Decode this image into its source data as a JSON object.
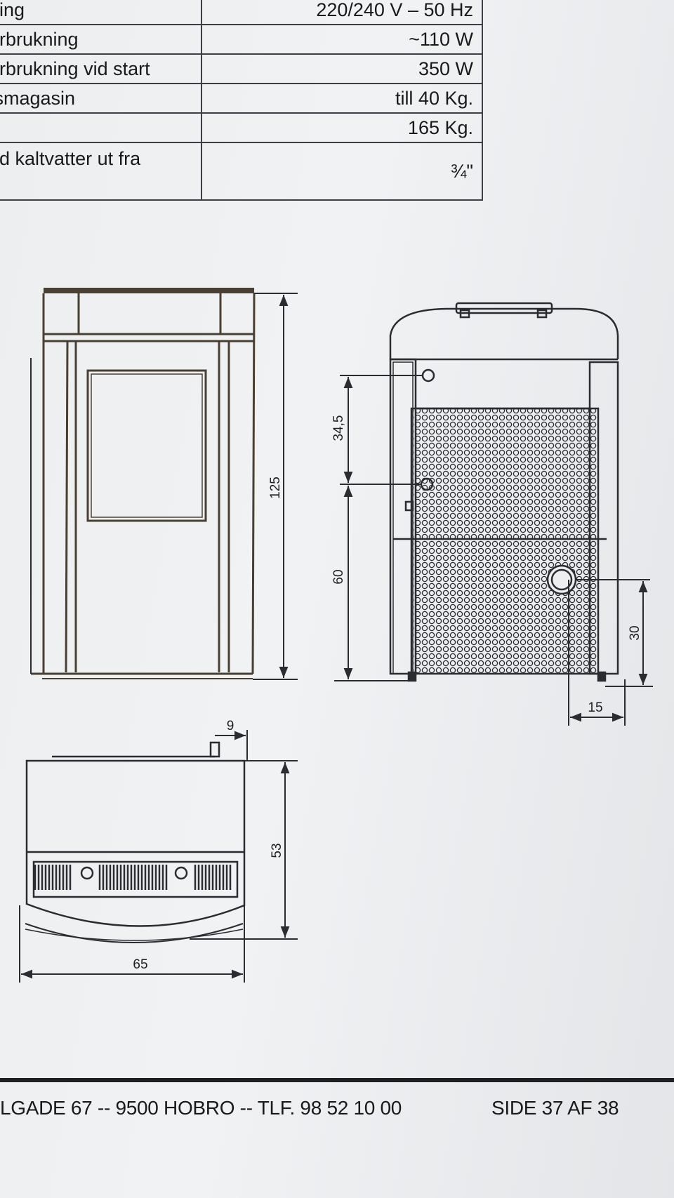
{
  "spec_table": {
    "rows": [
      {
        "label": "ning",
        "value": "220/240 V – 50 Hz"
      },
      {
        "label": "örbrukning",
        "value": "~110 W"
      },
      {
        "label": "örbrukning vid start",
        "value": "350 W"
      },
      {
        "label": "tsmagasin",
        "value": "till 40 Kg."
      },
      {
        "label": "",
        "value": "165 Kg."
      },
      {
        "label_line1": "nd kaltvatter ut fra",
        "label_line2": "",
        "value": "¾\""
      }
    ]
  },
  "dimensions": {
    "front_height": "125",
    "side_upper": "34,5",
    "side_lower": "60",
    "outlet_height": "30",
    "outlet_offset": "15",
    "top_depth": "53",
    "top_width": "65",
    "pipe_offset": "9"
  },
  "footer": {
    "address": "LGADE 67  --  9500 HOBRO  --  TLF. 98 52 10 00",
    "page": "SIDE 37 AF 38"
  },
  "colors": {
    "line": "#2a2c31",
    "stove_frame": "#4a4032",
    "paper": "#eceef0"
  }
}
